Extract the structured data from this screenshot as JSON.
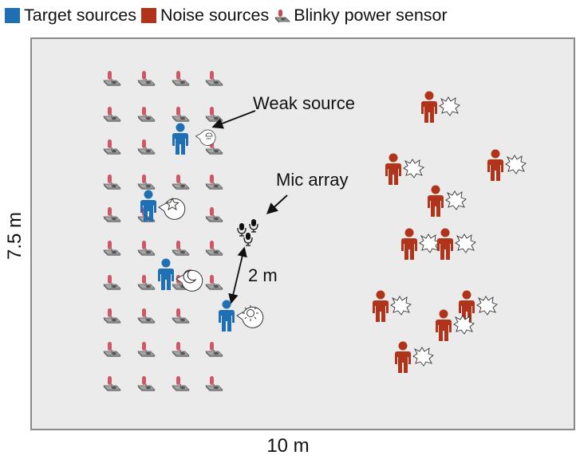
{
  "legend": {
    "target_label": "Target sources",
    "noise_label": "Noise sources",
    "sensor_label": "Blinky power sensor",
    "target_color": "#1f6fb4",
    "noise_color": "#b0331a"
  },
  "room": {
    "width_label": "10 m",
    "height_label": "7.5 m",
    "fill": "#ebebeb"
  },
  "annotations": {
    "weak_source": "Weak source",
    "mic_array": "Mic array",
    "distance": "2 m"
  },
  "target_icons": [
    "rain-icon",
    "star-icon",
    "moon-icon",
    "sun-icon"
  ]
}
